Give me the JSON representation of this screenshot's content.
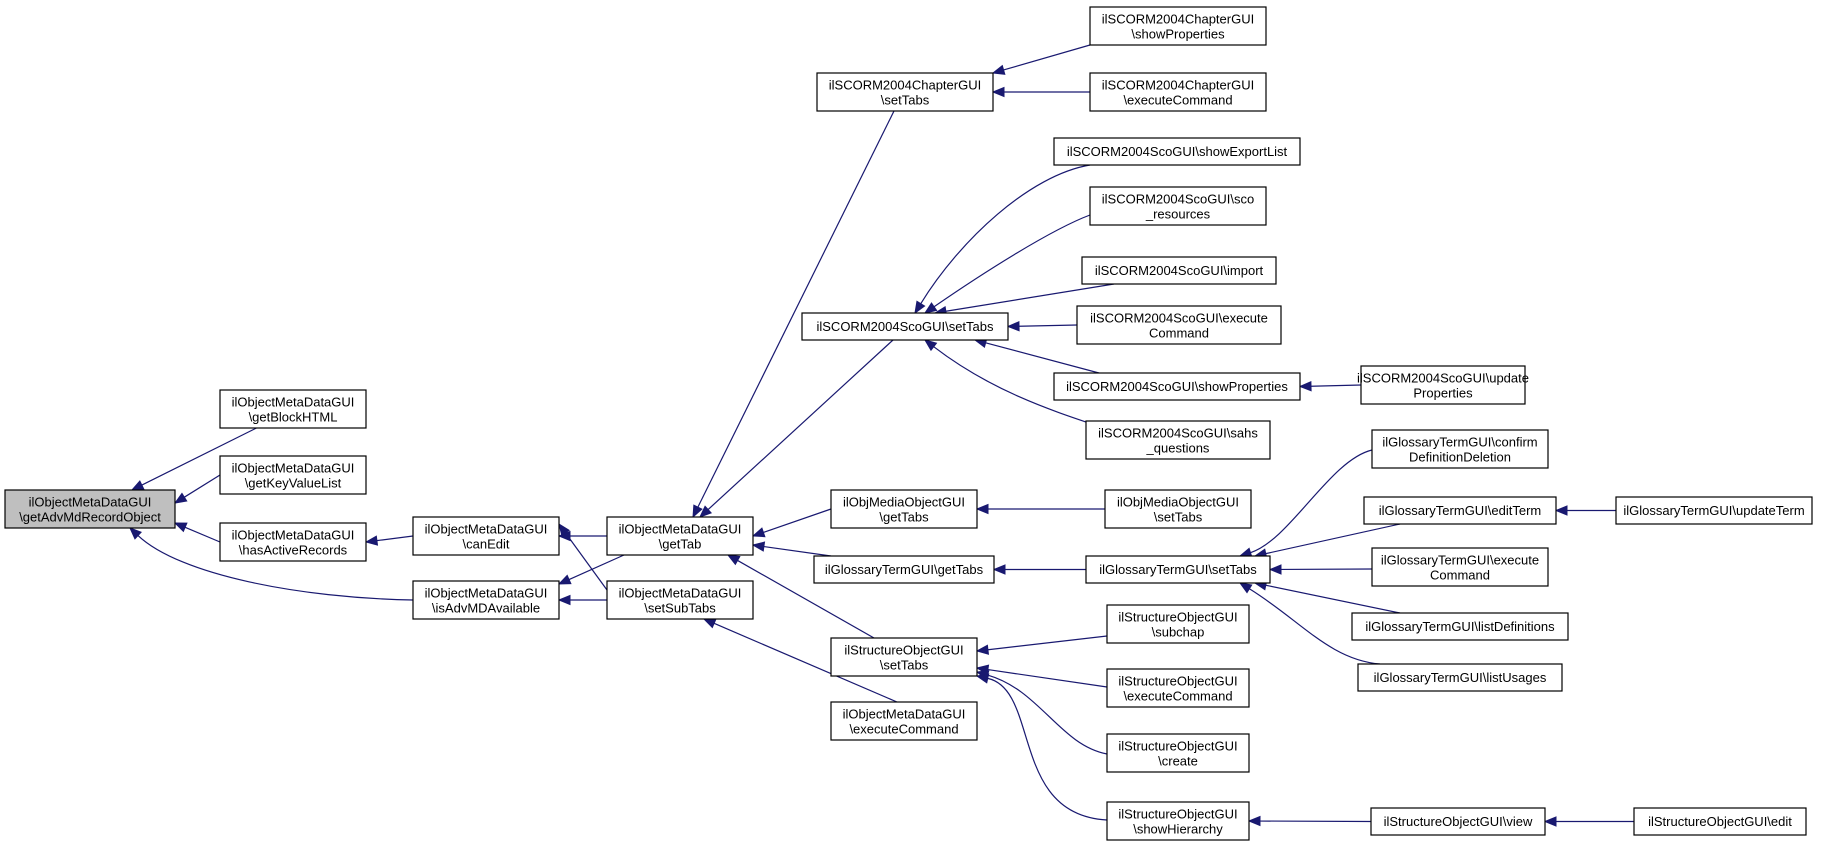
{
  "colors": {
    "edge": "#191970",
    "root_fill": "#bfbfbf",
    "node_fill": "#ffffff",
    "node_border": "#000000"
  },
  "nodes": {
    "root": [
      "ilObjectMetaDataGUI",
      "\\getAdvMdRecordObject"
    ],
    "getBlockHTML": [
      "ilObjectMetaDataGUI",
      "\\getBlockHTML"
    ],
    "getKeyValueList": [
      "ilObjectMetaDataGUI",
      "\\getKeyValueList"
    ],
    "hasActiveRecords": [
      "ilObjectMetaDataGUI",
      "\\hasActiveRecords"
    ],
    "canEdit": [
      "ilObjectMetaDataGUI",
      "\\canEdit"
    ],
    "isAdvMDAvailable": [
      "ilObjectMetaDataGUI",
      "\\isAdvMDAvailable"
    ],
    "getTab": [
      "ilObjectMetaDataGUI",
      "\\getTab"
    ],
    "setSubTabs": [
      "ilObjectMetaDataGUI",
      "\\setSubTabs"
    ],
    "chapSetTabs": [
      "ilSCORM2004ChapterGUI",
      "\\setTabs"
    ],
    "scoSetTabs": [
      "ilSCORM2004ScoGUI\\setTabs"
    ],
    "mobGetTabs": [
      "ilObjMediaObjectGUI",
      "\\getTabs"
    ],
    "glossGetTabs": [
      "ilGlossaryTermGUI\\getTabs"
    ],
    "strucSetTabs": [
      "ilStructureObjectGUI",
      "\\setTabs"
    ],
    "mdExecCmd": [
      "ilObjectMetaDataGUI",
      "\\executeCommand"
    ],
    "chapShowProps": [
      "ilSCORM2004ChapterGUI",
      "\\showProperties"
    ],
    "chapExecCmd": [
      "ilSCORM2004ChapterGUI",
      "\\executeCommand"
    ],
    "scoShowExport": [
      "ilSCORM2004ScoGUI\\showExportList"
    ],
    "scoResources": [
      "ilSCORM2004ScoGUI\\sco",
      "_resources"
    ],
    "scoImport": [
      "ilSCORM2004ScoGUI\\import"
    ],
    "scoExecCmd": [
      "ilSCORM2004ScoGUI\\execute",
      "Command"
    ],
    "scoShowProps": [
      "ilSCORM2004ScoGUI\\showProperties"
    ],
    "scoSahs": [
      "ilSCORM2004ScoGUI\\sahs",
      "_questions"
    ],
    "scoUpdateProps": [
      "ilSCORM2004ScoGUI\\update",
      "Properties"
    ],
    "mobSetTabs": [
      "ilObjMediaObjectGUI",
      "\\setTabs"
    ],
    "glossSetTabs": [
      "ilGlossaryTermGUI\\setTabs"
    ],
    "glossConfirm": [
      "ilGlossaryTermGUI\\confirm",
      "DefinitionDeletion"
    ],
    "glossEditTerm": [
      "ilGlossaryTermGUI\\editTerm"
    ],
    "glossUpdateTerm": [
      "ilGlossaryTermGUI\\updateTerm"
    ],
    "glossExecCmd": [
      "ilGlossaryTermGUI\\execute",
      "Command"
    ],
    "glossListDefs": [
      "ilGlossaryTermGUI\\listDefinitions"
    ],
    "glossListUsages": [
      "ilGlossaryTermGUI\\listUsages"
    ],
    "strucSubchap": [
      "ilStructureObjectGUI",
      "\\subchap"
    ],
    "strucExecCmd": [
      "ilStructureObjectGUI",
      "\\executeCommand"
    ],
    "strucCreate": [
      "ilStructureObjectGUI",
      "\\create"
    ],
    "strucShowHier": [
      "ilStructureObjectGUI",
      "\\showHierarchy"
    ],
    "strucView": [
      "ilStructureObjectGUI\\view"
    ],
    "strucEdit": [
      "ilStructureObjectGUI\\edit"
    ]
  }
}
